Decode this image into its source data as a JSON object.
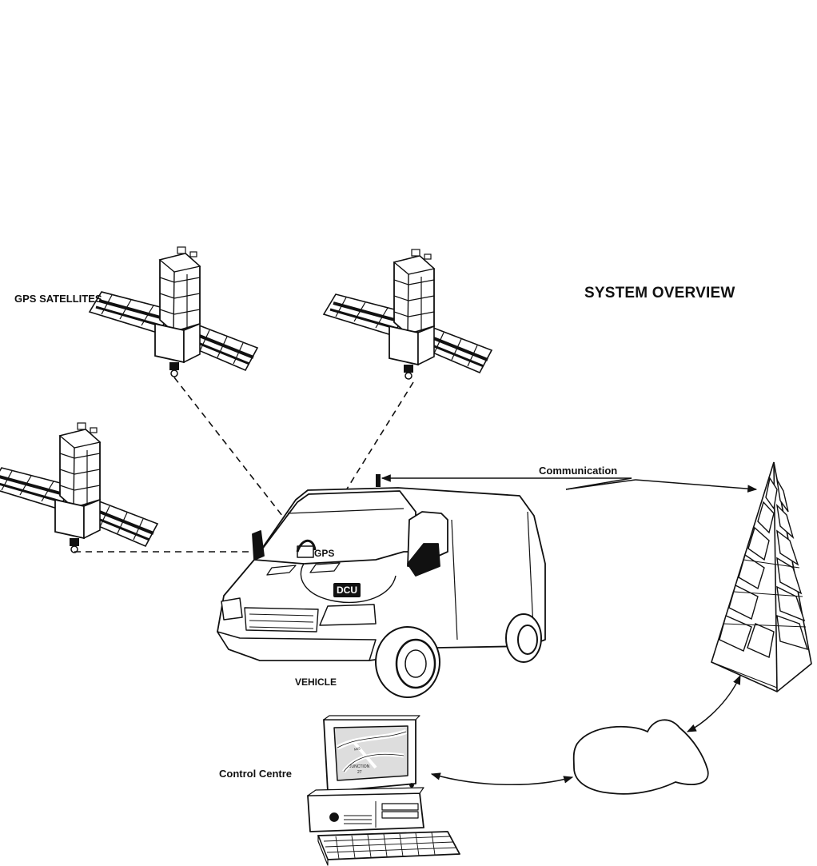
{
  "diagram": {
    "title": "SYSTEM OVERVIEW",
    "labels": {
      "gps_satellites": "GPS SATELLITES",
      "communication": "Communication",
      "vehicle": "VEHICLE",
      "control_centre": "Control Centre",
      "gps": "GPS",
      "dcu": "DCU"
    },
    "monitor_screen": {
      "line1": "JUNCTION",
      "line2": "27",
      "road": "M25"
    },
    "colors": {
      "ink": "#111111",
      "background": "#ffffff"
    },
    "icons": [
      "satellite-icon",
      "van-icon",
      "radio-tower-icon",
      "network-cloud-icon",
      "computer-icon"
    ]
  }
}
